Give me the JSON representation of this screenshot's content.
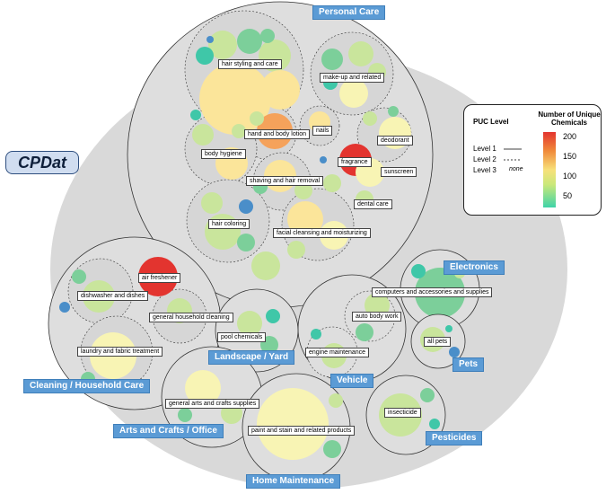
{
  "brand": "CPDat",
  "legend": {
    "puc_title": "PUC Level",
    "chem_title": "Number of Unique Chemicals",
    "levels": [
      "Level 1",
      "Level 2",
      "Level 3"
    ],
    "level3_mark": "none",
    "ticks": [
      "200",
      "150",
      "100",
      "50"
    ]
  },
  "categories": {
    "personal_care": "Personal Care",
    "electronics": "Electronics",
    "landscape": "Landscape / Yard",
    "vehicle": "Vehicle",
    "pets": "Pets",
    "cleaning": "Cleaning / Household Care",
    "arts": "Arts and Crafts / Office",
    "pesticides": "Pesticides",
    "home": "Home Maintenance"
  },
  "labels": {
    "hair_styling": "hair styling and care",
    "makeup": "make-up and related",
    "hand_body": "hand and body lotion",
    "nails": "nails",
    "deodorant": "deodorant",
    "body_hygiene": "body hygiene",
    "fragrance": "fragrance",
    "sunscreen": "sunscreen",
    "shaving": "shaving and hair removal",
    "dental": "dental care",
    "hair_coloring": "hair coloring",
    "facial": "facial cleansing and moisturizing",
    "air_freshener": "air freshener",
    "dishwasher": "dishwasher and dishes",
    "gen_cleaning": "general household cleaning",
    "laundry": "laundry and fabric treatment",
    "pool": "pool chemicals",
    "computers": "computers and accessories and supplies",
    "auto_body": "auto body work",
    "engine": "engine maintenance",
    "all_pets": "all pets",
    "gen_arts": "general arts and crafts supplies",
    "paint": "paint and stain and related products",
    "insecticide": "insecticide"
  },
  "colors": {
    "outer": "#d9d9d9",
    "accent": "#5b9bd5",
    "red": "#e3342f",
    "orange": "#f5a25b",
    "yellow": "#fbe59a",
    "paleyellow": "#f8f4b4",
    "lightgreen": "#c9e59c",
    "green": "#7ccf9a",
    "teal": "#3fc7a8",
    "blue": "#4a8ec9"
  }
}
